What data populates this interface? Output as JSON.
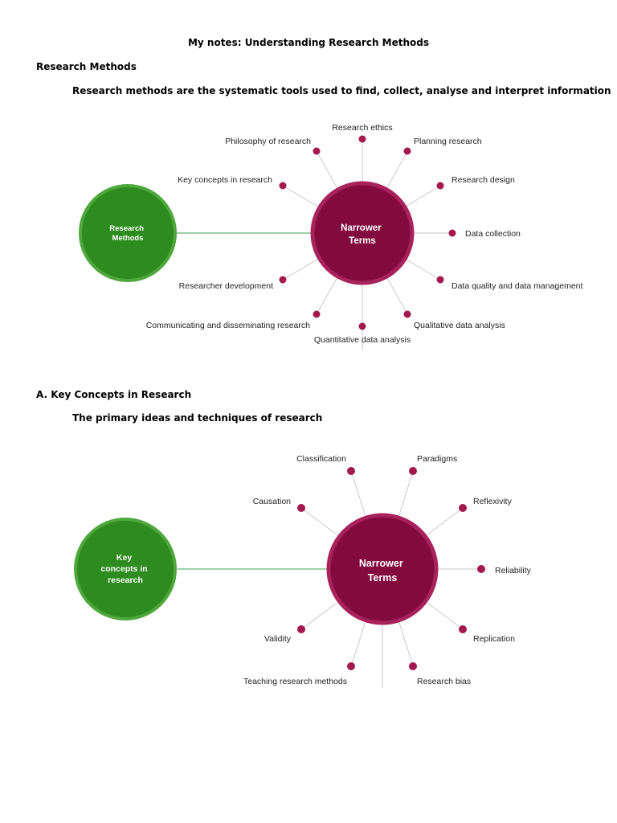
{
  "title": "My notes: Understanding Research Methods",
  "section1": {
    "heading": "Research Methods",
    "description": "Research methods are the systematic tools used to find, collect, analyse and interpret information",
    "diagram": {
      "main_label": [
        "Research",
        "Methods"
      ],
      "center_label": [
        "Narrower",
        "Terms"
      ],
      "terms": [
        "Research ethics",
        "Planning research",
        "Research design",
        "Data collection",
        "Data quality and data management",
        "Qualitative data analysis",
        "Quantitative data analysis",
        "Communicating and disseminating research",
        "Researcher development",
        "Key concepts in research",
        "Philosophy of research"
      ]
    }
  },
  "section2": {
    "heading": "A. Key Concepts in Research",
    "description": "The primary ideas and techniques of research",
    "diagram": {
      "main_label": [
        "Key",
        "concepts in",
        "research"
      ],
      "center_label": [
        "Narrower",
        "Terms"
      ],
      "terms": [
        "Classification",
        "Paradigms",
        "Reflexivity",
        "Reliability",
        "Replication",
        "Research bias",
        "Teaching research methods",
        "Validity",
        "Causation"
      ]
    }
  },
  "colors": {
    "green_fill": "#2e8b1f",
    "green_ring": "#4ea83c",
    "maroon_fill": "#820a3e",
    "maroon_ring": "#a8225c",
    "dot": "#a3194f",
    "spoke": "#c9c9c9",
    "connector": "#7cc08a"
  }
}
